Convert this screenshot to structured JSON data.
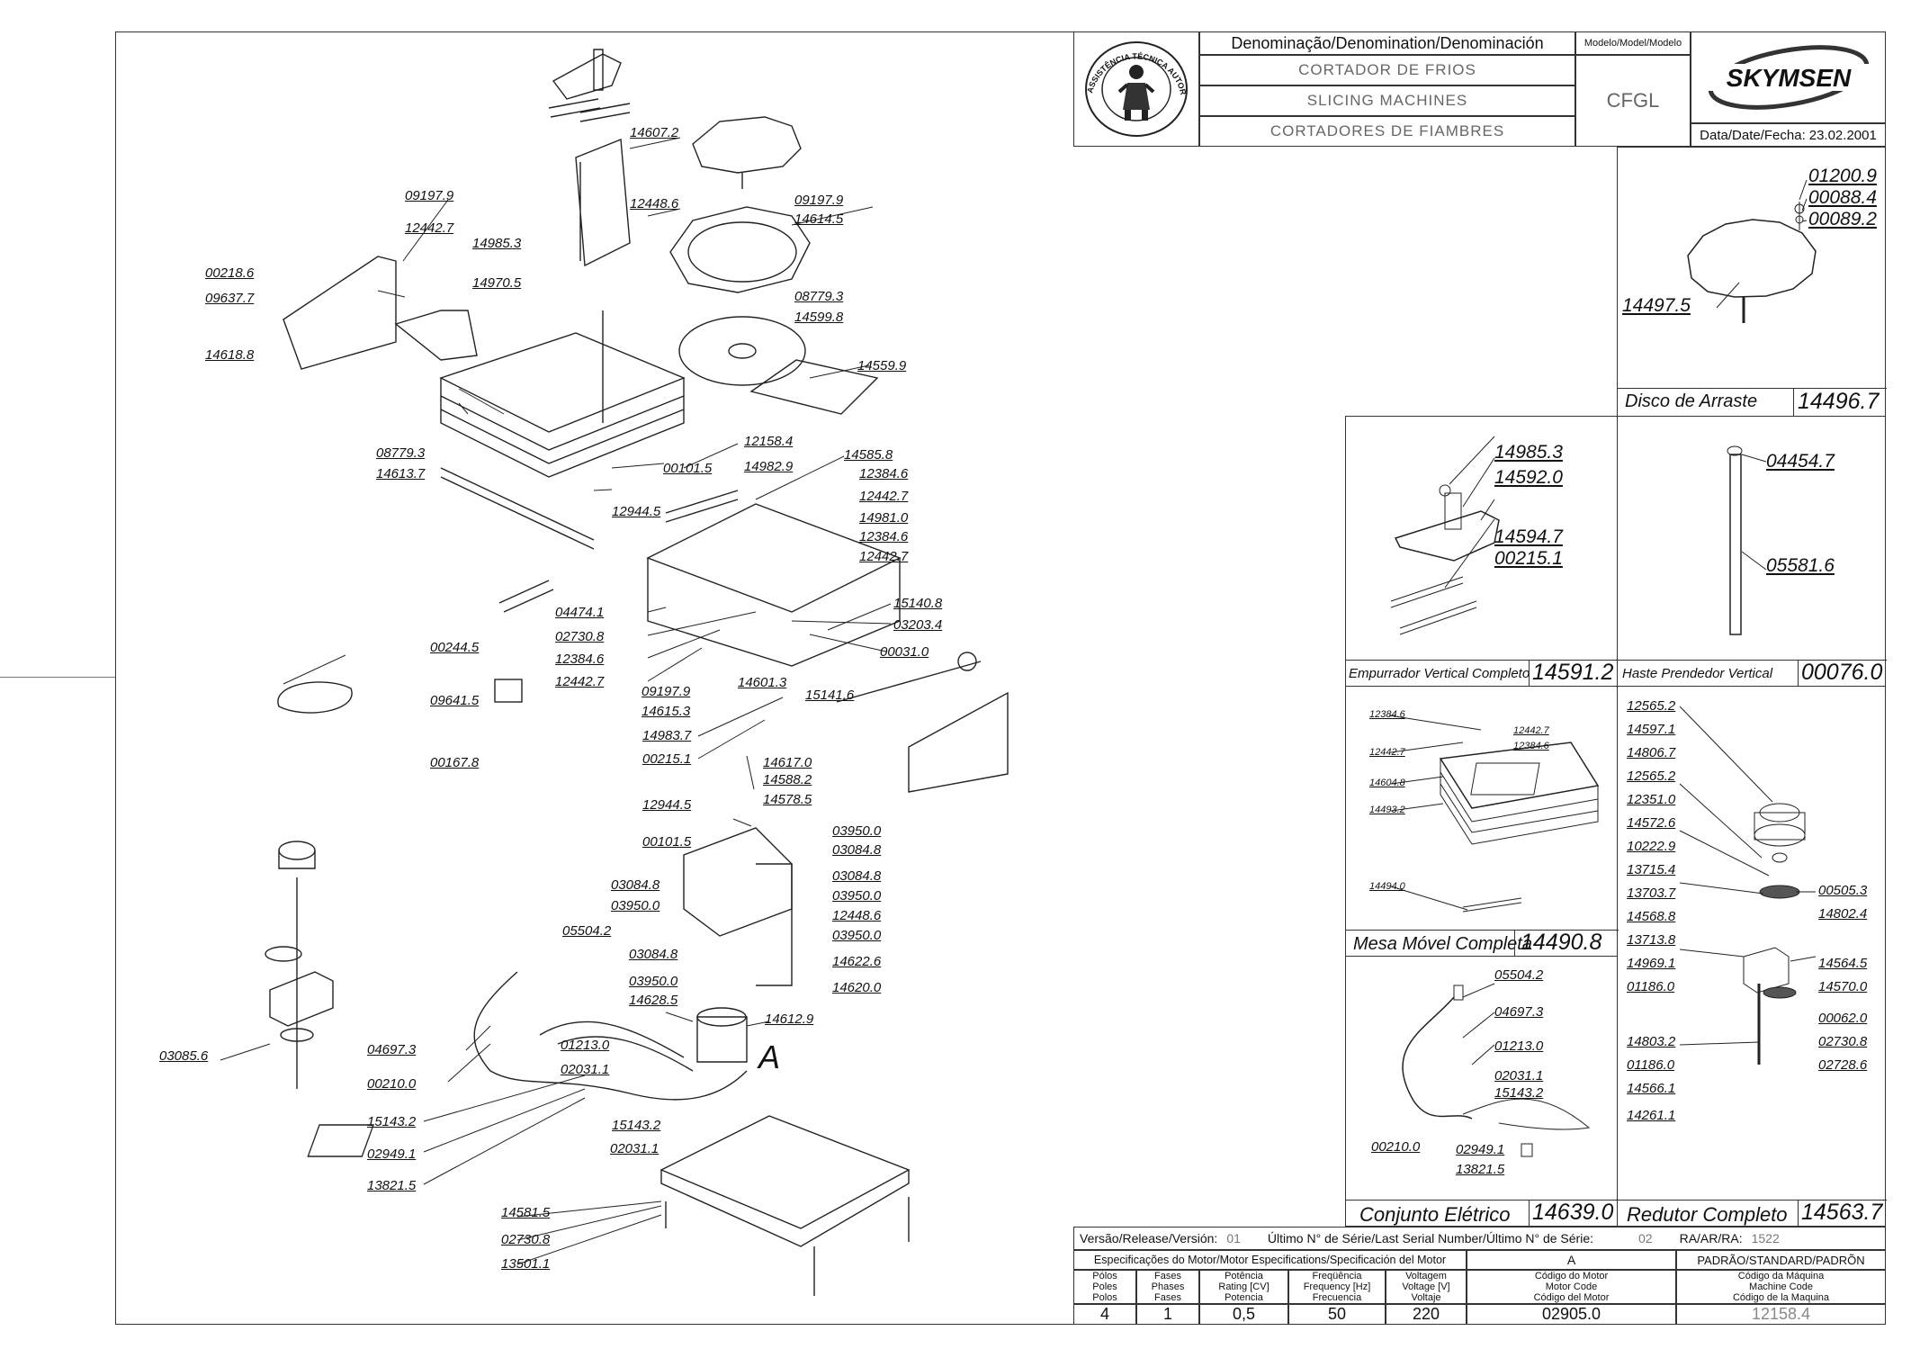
{
  "title_block": {
    "denomination_header": "Denominação/Denomination/Denominación",
    "denomination_pt": "CORTADOR DE FRIOS",
    "denomination_en": "SLICING MACHINES",
    "denomination_es": "CORTADORES DE FIAMBRES",
    "model_header": "Modelo/Model/Modelo",
    "model": "CFGL",
    "brand": "SKYMSEN",
    "seal_text": "ASSISTÊNCIA TÉCNICA AUTORIZADA",
    "date_label": "Data/Date/Fecha:",
    "date": "23.02.2001"
  },
  "main_labels": [
    {
      "id": "14607.2",
      "text": "14607.2"
    },
    {
      "id": "12448.6",
      "text": "12448.6"
    },
    {
      "id": "09197.9a",
      "text": "09197.9"
    },
    {
      "id": "14614.5",
      "text": "14614.5"
    },
    {
      "id": "08779.3a",
      "text": "08779.3"
    },
    {
      "id": "14599.8",
      "text": "14599.8"
    },
    {
      "id": "14559.9",
      "text": "14559.9"
    },
    {
      "id": "09197.9b",
      "text": "09197.9"
    },
    {
      "id": "12442.7a",
      "text": "12442.7"
    },
    {
      "id": "14985.3",
      "text": "14985.3"
    },
    {
      "id": "14970.5",
      "text": "14970.5"
    },
    {
      "id": "00218.6",
      "text": "00218.6"
    },
    {
      "id": "09637.7",
      "text": "09637.7"
    },
    {
      "id": "14618.8",
      "text": "14618.8"
    },
    {
      "id": "08779.3b",
      "text": "08779.3"
    },
    {
      "id": "14613.7",
      "text": "14613.7"
    },
    {
      "id": "12158.4",
      "text": "12158.4"
    },
    {
      "id": "14982.9",
      "text": "14982.9"
    },
    {
      "id": "00101.5a",
      "text": "00101.5"
    },
    {
      "id": "12944.5a",
      "text": "12944.5"
    },
    {
      "id": "14585.8",
      "text": "14585.8"
    },
    {
      "id": "12384.6a",
      "text": "12384.6"
    },
    {
      "id": "12442.7b",
      "text": "12442.7"
    },
    {
      "id": "14981.0",
      "text": "14981.0"
    },
    {
      "id": "12384.6b",
      "text": "12384.6"
    },
    {
      "id": "12442.7c",
      "text": "12442.7"
    },
    {
      "id": "15140.8",
      "text": "15140.8"
    },
    {
      "id": "03203.4",
      "text": "03203.4"
    },
    {
      "id": "00031.0",
      "text": "00031.0"
    },
    {
      "id": "04474.1",
      "text": "04474.1"
    },
    {
      "id": "02730.8a",
      "text": "02730.8"
    },
    {
      "id": "12384.6c",
      "text": "12384.6"
    },
    {
      "id": "12442.7d",
      "text": "12442.7"
    },
    {
      "id": "09197.9c",
      "text": "09197.9"
    },
    {
      "id": "14615.3",
      "text": "14615.3"
    },
    {
      "id": "14601.3",
      "text": "14601.3"
    },
    {
      "id": "15141.6",
      "text": "15141.6"
    },
    {
      "id": "00244.5",
      "text": "00244.5"
    },
    {
      "id": "09641.5",
      "text": "09641.5"
    },
    {
      "id": "00167.8",
      "text": "00167.8"
    },
    {
      "id": "14983.7",
      "text": "14983.7"
    },
    {
      "id": "00215.1a",
      "text": "00215.1"
    },
    {
      "id": "14617.0",
      "text": "14617.0"
    },
    {
      "id": "14588.2",
      "text": "14588.2"
    },
    {
      "id": "14578.5",
      "text": "14578.5"
    },
    {
      "id": "12944.5b",
      "text": "12944.5"
    },
    {
      "id": "00101.5b",
      "text": "00101.5"
    },
    {
      "id": "03950.0a",
      "text": "03950.0"
    },
    {
      "id": "03084.8a",
      "text": "03084.8"
    },
    {
      "id": "03084.8b",
      "text": "03084.8"
    },
    {
      "id": "03950.0b",
      "text": "03950.0"
    },
    {
      "id": "03084.8c",
      "text": "03084.8"
    },
    {
      "id": "03950.0c",
      "text": "03950.0"
    },
    {
      "id": "12448.6b",
      "text": "12448.6"
    },
    {
      "id": "03950.0d",
      "text": "03950.0"
    },
    {
      "id": "03084.8d",
      "text": "03084.8"
    },
    {
      "id": "14622.6",
      "text": "14622.6"
    },
    {
      "id": "03950.0e",
      "text": "03950.0"
    },
    {
      "id": "14620.0",
      "text": "14620.0"
    },
    {
      "id": "14628.5",
      "text": "14628.5"
    },
    {
      "id": "14612.9",
      "text": "14612.9"
    },
    {
      "id": "05504.2",
      "text": "05504.2"
    },
    {
      "id": "04697.3",
      "text": "04697.3"
    },
    {
      "id": "01213.0",
      "text": "01213.0"
    },
    {
      "id": "00210.0",
      "text": "00210.0"
    },
    {
      "id": "02031.1a",
      "text": "02031.1"
    },
    {
      "id": "15143.2a",
      "text": "15143.2"
    },
    {
      "id": "15143.2b",
      "text": "15143.2"
    },
    {
      "id": "02949.1",
      "text": "02949.1"
    },
    {
      "id": "02031.1b",
      "text": "02031.1"
    },
    {
      "id": "13821.5",
      "text": "13821.5"
    },
    {
      "id": "03085.6",
      "text": "03085.6"
    },
    {
      "id": "14581.5",
      "text": "14581.5"
    },
    {
      "id": "02730.8b",
      "text": "02730.8"
    },
    {
      "id": "13501.1",
      "text": "13501.1"
    }
  ],
  "motor_marker": "A",
  "panels": {
    "disco": {
      "title": "Disco de Arraste",
      "number": "14496.7",
      "labels": [
        "01200.9",
        "00088.4",
        "00089.2",
        "14497.5"
      ]
    },
    "empurrador": {
      "title": "Empurrador Vertical Completo",
      "number": "14591.2",
      "labels": [
        "14985.3",
        "14592.0",
        "14594.7",
        "00215.1"
      ]
    },
    "haste": {
      "title": "Haste Prendedor Vertical",
      "number": "00076.0",
      "labels": [
        "04454.7",
        "05581.6"
      ]
    },
    "mesa": {
      "title": "Mesa Móvel Completa",
      "number": "14490.8",
      "labels": [
        "12384.6",
        "12442.7",
        "12384.6",
        "12442.7",
        "14604.8",
        "14493.2",
        "14494.0"
      ]
    },
    "conjunto": {
      "title": "Conjunto Elétrico",
      "number": "14639.0",
      "labels": [
        "05504.2",
        "04697.3",
        "01213.0",
        "02031.1",
        "15143.2",
        "00210.0",
        "02949.1",
        "13821.5"
      ]
    },
    "redutor": {
      "title": "Redutor Completo",
      "number": "14563.7",
      "left_labels": [
        "12565.2",
        "14597.1",
        "14806.7",
        "12565.2",
        "12351.0",
        "14572.6",
        "10222.9",
        "13715.4",
        "13703.7",
        "14568.8",
        "13713.8",
        "14969.1",
        "01186.0",
        "14803.2",
        "01186.0",
        "14566.1",
        "14261.1"
      ],
      "right_labels": [
        "00505.3",
        "14802.4",
        "14564.5",
        "14570.0",
        "00062.0",
        "02730.8",
        "02728.6"
      ]
    }
  },
  "revision": {
    "version_label": "Versão/Release/Versión:",
    "version": "01",
    "serial_label": "Último N° de Série/Last Serial Number/Último N° de Série:",
    "serial": "02",
    "ra_label": "RA/AR/RA:",
    "ra": "1522"
  },
  "motor_spec": {
    "header": "Especificações do Motor/Motor Especifications/Specificación del Motor",
    "motor_letter": "A",
    "standard": "PADRÃO/STANDARD/PADRÕN",
    "columns": [
      {
        "h1": "Pólos",
        "h2": "Poles",
        "h3": "Polos",
        "value": "4"
      },
      {
        "h1": "Fases",
        "h2": "Phases",
        "h3": "Fases",
        "value": "1"
      },
      {
        "h1": "Potência",
        "h2": "Rating [CV]",
        "h3": "Potencia",
        "value": "0,5"
      },
      {
        "h1": "Freqüência",
        "h2": "Frequency [Hz]",
        "h3": "Frecuencia",
        "value": "50"
      },
      {
        "h1": "Voltagem",
        "h2": "Voltage [V]",
        "h3": "Voltaje",
        "value": "220"
      },
      {
        "h1": "Código do Motor",
        "h2": "Motor Code",
        "h3": "Código del Motor",
        "value": "02905.0"
      },
      {
        "h1": "Código da Máquina",
        "h2": "Machine Code",
        "h3": "Código de la Maquina",
        "value": "12158.4"
      }
    ]
  }
}
